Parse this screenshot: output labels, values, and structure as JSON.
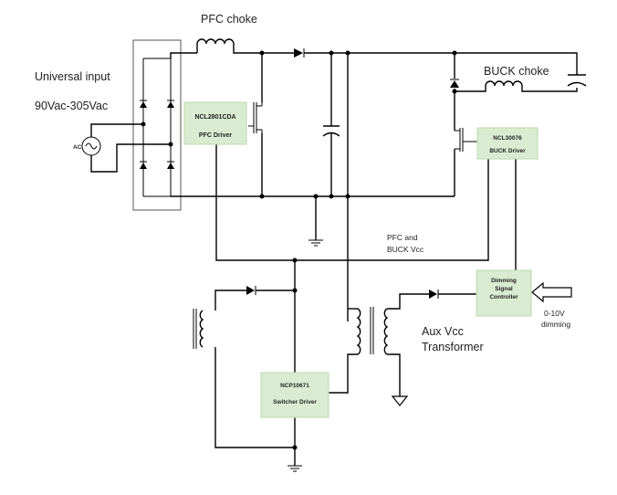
{
  "labels": {
    "pfc_choke": "PFC choke",
    "universal_input": "Universal input",
    "input_range": "90Vac-305Vac",
    "ac": "AC",
    "buck_choke": "BUCK choke",
    "pfc_buck_vcc_1": "PFC and",
    "pfc_buck_vcc_2": "BUCK Vcc",
    "aux_vcc": "Aux Vcc",
    "transformer": "Transformer",
    "dimming_1": "0-10V",
    "dimming_2": "dimming"
  },
  "blocks": {
    "pfc_driver": {
      "part": "NCL2801CDA",
      "role": "PFC Driver"
    },
    "buck_driver": {
      "part": "NCL30076",
      "role": "BUCK Driver"
    },
    "dimming_controller": {
      "line1": "Dimming",
      "line2": "Signal",
      "line3": "Controller"
    },
    "switcher_driver": {
      "part": "NCP10671",
      "role": "Switcher Driver"
    }
  },
  "colors": {
    "block_fill": "#d9ecd1",
    "wire": "#000000"
  }
}
